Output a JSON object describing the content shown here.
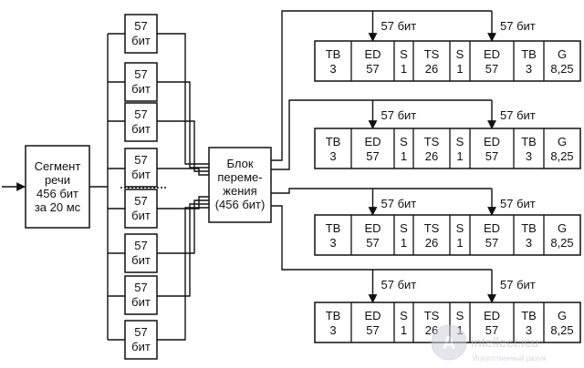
{
  "segment": {
    "line1": "Сегмент",
    "line2": "речи",
    "line3": "456 бит",
    "line4": "за 20 мс"
  },
  "blocks": [
    {
      "top": "57",
      "bottom": "бит"
    },
    {
      "top": "57",
      "bottom": "бит"
    },
    {
      "top": "57",
      "bottom": "бит"
    },
    {
      "top": "57",
      "bottom": "бит"
    },
    {
      "top": "57",
      "bottom": "бит"
    },
    {
      "top": "57",
      "bottom": "бит"
    },
    {
      "top": "57",
      "bottom": "бит"
    },
    {
      "top": "57",
      "bottom": "бит"
    }
  ],
  "interleaver": {
    "line1": "Блок",
    "line2": "переме-",
    "line3": "жения",
    "line4": "(456 бит)"
  },
  "arrow_label": "57 бит",
  "burst_fields": [
    {
      "name": "TB",
      "value": "3"
    },
    {
      "name": "ED",
      "value": "57"
    },
    {
      "name": "S",
      "value": "1"
    },
    {
      "name": "TS",
      "value": "26"
    },
    {
      "name": "S",
      "value": "1"
    },
    {
      "name": "ED",
      "value": "57"
    },
    {
      "name": "TB",
      "value": "3"
    },
    {
      "name": "G",
      "value": "8,25"
    }
  ],
  "watermark": {
    "title": "intellect.icu",
    "subtitle": "Искусственный разум"
  }
}
